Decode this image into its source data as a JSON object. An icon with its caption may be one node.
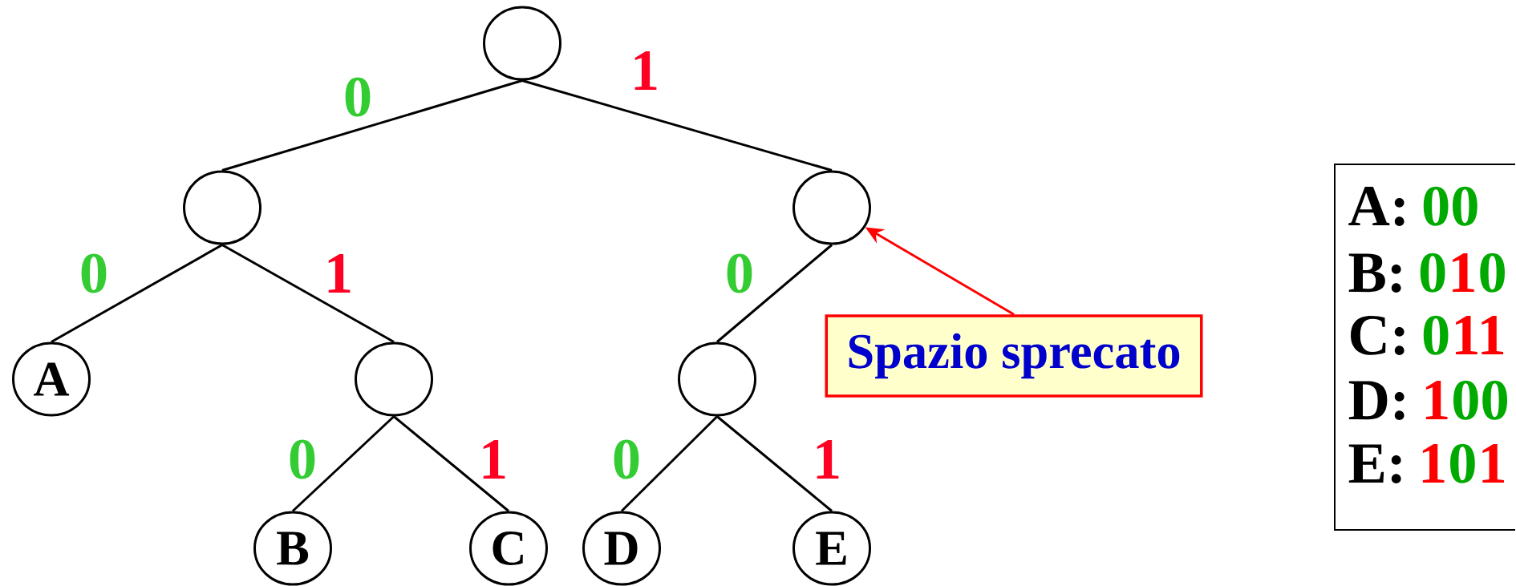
{
  "diagram": {
    "nodes": [
      {
        "text": [],
        "shape": "circle"
      },
      {
        "text": [],
        "shape": "circle"
      },
      {
        "text": [],
        "shape": "circle"
      },
      {
        "text": [
          "A"
        ]
      },
      {
        "text": [],
        "shape": "circle"
      },
      {
        "text": [],
        "shape": "circle"
      },
      {
        "text": [
          "Spazio sprecato"
        ]
      },
      {
        "text": [
          "B"
        ]
      },
      {
        "text": [
          "C"
        ]
      },
      {
        "text": [
          "D"
        ]
      },
      {
        "text": [
          "E"
        ]
      }
    ],
    "edges": [
      {
        "from": 0,
        "to": 1,
        "arrow": "none",
        "label": "0"
      },
      {
        "from": 0,
        "to": 2,
        "arrow": "none",
        "label": "1"
      },
      {
        "from": 1,
        "to": 3,
        "arrow": "none",
        "label": "0"
      },
      {
        "from": 1,
        "to": 4,
        "arrow": "none",
        "label": "1"
      },
      {
        "from": 2,
        "to": 5,
        "arrow": "none",
        "label": "0"
      },
      {
        "from": 4,
        "to": 7,
        "arrow": "none",
        "label": "0"
      },
      {
        "from": 4,
        "to": 8,
        "arrow": "none",
        "label": "1"
      },
      {
        "from": 5,
        "to": 9,
        "arrow": "none",
        "label": "0"
      },
      {
        "from": 5,
        "to": 10,
        "arrow": "none",
        "label": "1"
      },
      {
        "from": 6,
        "to": 2,
        "arrow": "to",
        "color": "#ff0000"
      }
    ],
    "labels": [
      "A:",
      "00",
      "B:",
      "0",
      "1",
      "0",
      "C:",
      "0",
      "11",
      "D:",
      "1",
      "00",
      "E:",
      "1",
      "0",
      "1"
    ]
  }
}
